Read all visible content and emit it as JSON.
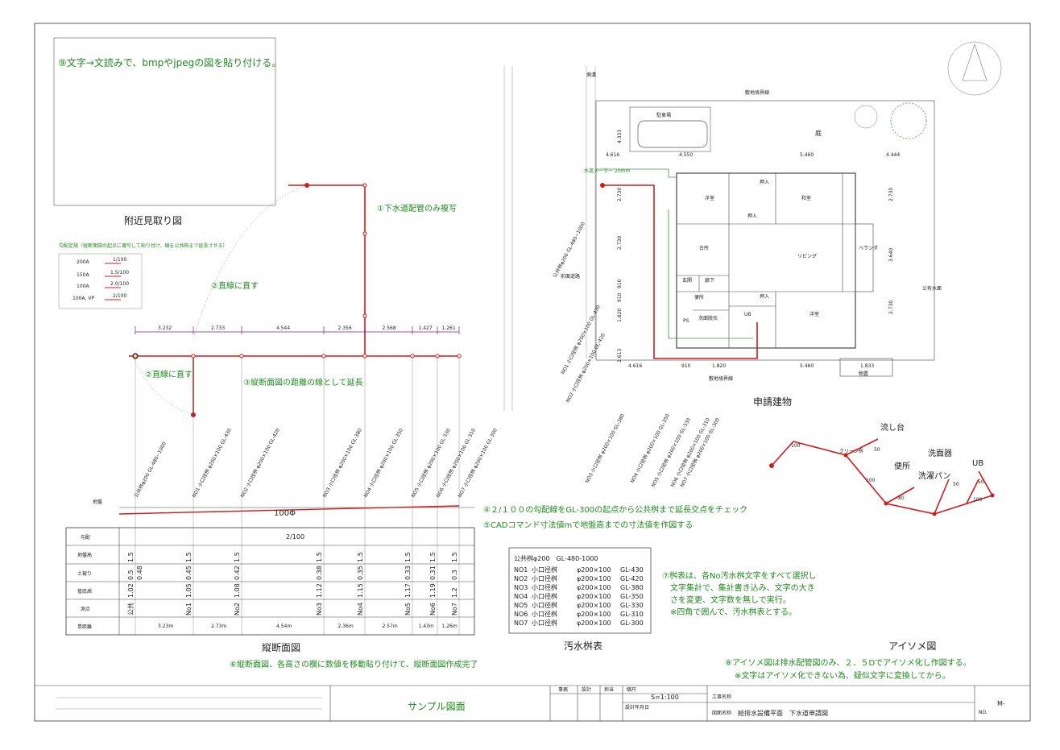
{
  "notes": {
    "n1": "①下水道配管のみ複写",
    "n2": "②直線に直す",
    "n2b": "②直線に直す",
    "n3": "③縦断面図の距離の線として延長",
    "n4": "④２/１００の勾配線をGL-300の起点から公共桝まで延長交点をチェック",
    "n5": "⑤CADコマンド寸法値mで地盤高までの寸法値を作図する",
    "n6": "⑥縦断面図、各高さの欄に数値を移動貼り付けて、縦断面図作成完了",
    "n7": [
      "⑦桝表は、各No汚水桝文字をすべて選択し",
      "文字集計で、集計書き込み、文字の大き",
      "さを変更、文字数を無しで実行。",
      "※四角で囲んで、汚水桝表とする。"
    ],
    "n8": "⑧アイソメ図は排水配管図のみ、２．５Dでアイソメ化し作図する。",
    "n8b": "※文字はアイソメ化できない為、疑似文字に変換してから。",
    "n9": "⑨文字→文読みで、bmpやjpegの図を貼り付ける。"
  },
  "titles": {
    "vicinity": "附近見取り図",
    "profile": "縦断面図",
    "manhole_table": "汚水桝表",
    "building": "申請建物",
    "isometric": "アイソメ図"
  },
  "vicinity_legend": {
    "header": "勾配定規（縦断面図の起点に複写して貼り付け、線を公共桝まで延長させる）",
    "rows": [
      {
        "label": "200A",
        "value": "1/100"
      },
      {
        "label": "150A",
        "value": "1.5/100"
      },
      {
        "label": "100A",
        "value": "2.0/100"
      },
      {
        "label": "100A, VP",
        "value": "2/100"
      }
    ]
  },
  "plan_distances": [
    "3.232",
    "2.733",
    "4.544",
    "2.356",
    "2.568",
    "1.427",
    "1.261"
  ],
  "profile": {
    "pipe_label": "100Φ",
    "ground_label": "地盤",
    "slope": "2/100",
    "row_labels": [
      "勾配",
      "地盤高",
      "土被り",
      "管底高",
      "測点",
      "単距離"
    ],
    "stations": [
      {
        "name": "公共",
        "ground": "1.5",
        "cover": "0.5",
        "invert": "1.02",
        "extra": "0.48",
        "dist": "3.23m"
      },
      {
        "name": "No1",
        "ground": "1.5",
        "cover": "0.45",
        "invert": "1.05",
        "dist": "2.73m"
      },
      {
        "name": "No2",
        "ground": "1.5",
        "cover": "0.42",
        "invert": "1.08",
        "dist": "4.54m"
      },
      {
        "name": "No3",
        "ground": "1.5",
        "cover": "0.38",
        "invert": "1.12",
        "dist": "2.36m"
      },
      {
        "name": "No4",
        "ground": "1.5",
        "cover": "0.35",
        "invert": "1.15",
        "dist": "2.57m"
      },
      {
        "name": "No5",
        "ground": "1.5",
        "cover": "0.33",
        "invert": "1.17",
        "dist": "1.43m"
      },
      {
        "name": "No6",
        "ground": "1.5",
        "cover": "0.31",
        "invert": "1.19",
        "dist": "1.26m"
      },
      {
        "name": "No7",
        "ground": "1.5",
        "cover": "0.3",
        "invert": "1.2",
        "dist": ""
      }
    ],
    "diag_labels": [
      "公共桝φ200 GL-480~1000",
      "NO1 小口径桝 φ200×100 GL-430",
      "NO2 小口径桝 φ200×100 GL-420",
      "NO3 小口径桝 φ200×100 GL-380",
      "NO4 小口径桝 φ200×100 GL-350",
      "NO5 小口径桝 φ200×100 GL-330",
      "NO6 小口径桝 φ200×100 GL-310",
      "NO7 小口径桝 φ200×100 GL-300"
    ]
  },
  "manhole_table": {
    "header": "公共桝φ200　GL-480-1000",
    "rows": [
      {
        "no": "NO1",
        "type": "小口径桝",
        "size": "φ200×100",
        "gl": "GL-430"
      },
      {
        "no": "NO2",
        "type": "小口径桝",
        "size": "φ200×100",
        "gl": "GL-420"
      },
      {
        "no": "NO3",
        "type": "小口径桝",
        "size": "φ200×100",
        "gl": "GL-380"
      },
      {
        "no": "NO4",
        "type": "小口径桝",
        "size": "φ200×100",
        "gl": "GL-350"
      },
      {
        "no": "NO5",
        "type": "小口径桝",
        "size": "φ200×100",
        "gl": "GL-330"
      },
      {
        "no": "NO6",
        "type": "小口径桝",
        "size": "φ200×100",
        "gl": "GL-310"
      },
      {
        "no": "NO7",
        "type": "小口径桝",
        "size": "φ200×100",
        "gl": "GL-300"
      }
    ]
  },
  "plan": {
    "side_ditch": "側溝",
    "boundary_top": "敷地境界線",
    "boundary_bottom": "敷地境界線",
    "parking": "駐車場",
    "garden": "庭",
    "front_road": "前面道路",
    "public_water": "公有水面",
    "storage": "物置",
    "meter": "水道メーター 20mm",
    "rooms": [
      "洋室",
      "和室",
      "台所",
      "リビング",
      "ベランダ",
      "玄関",
      "廊下",
      "便所",
      "洗面脱衣",
      "UB",
      "洋室",
      "押入",
      "押入",
      "押入",
      "PS"
    ],
    "top_dims": [
      "4.616",
      "4.550",
      "5.460",
      "4.444"
    ],
    "bottom_dims": [
      "4.616",
      "910",
      "1.820",
      "5.460",
      "1.833"
    ],
    "side_dims": [
      "4.333",
      "2.730",
      "2.730",
      "910",
      "910",
      "1.820",
      "2.613"
    ],
    "right_dims": [
      "2.730",
      "3.640",
      "2.730"
    ],
    "diag_labels": [
      "公共桝φ200 GL-480~1000",
      "NO1 小口径桝 φ200×100 GL-430",
      "NO2 小口径桝 φ200×100 GL-420",
      "NO3 小口径桝 φ200×100 GL-380",
      "NO4 小口径桝 φ200×100 GL-350",
      "NO5 小口径桝 φ200×100 GL-330",
      "NO6 小口径桝 φ200×100 GL-310",
      "NO7 小口径桝 φ200×100 GL-300"
    ]
  },
  "isometric": {
    "sink": "流し台",
    "washbasin": "洗面器",
    "toilet": "便所",
    "laundry": "洗濯パン",
    "ub": "UB",
    "clean": "クリーン桝",
    "pipe_labels": [
      "100",
      "50",
      "100",
      "80",
      "50",
      "50",
      "100"
    ]
  },
  "title_block": {
    "drawing_name_center": "サンプル図面",
    "cells": [
      "事務",
      "設計",
      "担当",
      "縮尺",
      "S=1:100",
      "設計年月日",
      "工事名称",
      "図面名称",
      "給排水設備平面　下水道申請図",
      "NO.",
      "M-"
    ]
  }
}
